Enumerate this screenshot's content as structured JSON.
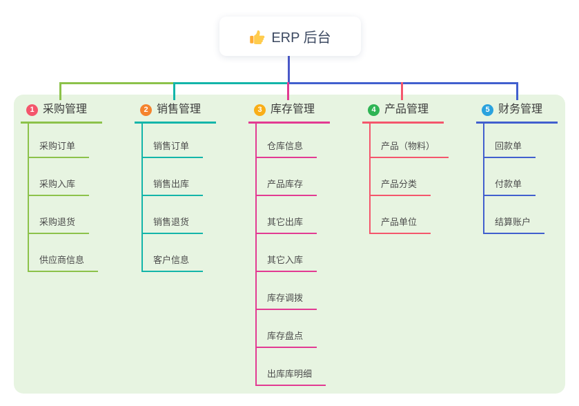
{
  "root": {
    "label": "ERP 后台",
    "icon": "thumbs-up-icon"
  },
  "branches": [
    {
      "index": "1",
      "label": "采购管理",
      "badge_color": "#f4566c",
      "line_color": "#8cc24a",
      "children": [
        "采购订单",
        "采购入库",
        "采购退货",
        "供应商信息"
      ]
    },
    {
      "index": "2",
      "label": "销售管理",
      "badge_color": "#f5832d",
      "line_color": "#13b5a9",
      "children": [
        "销售订单",
        "销售出库",
        "销售退货",
        "客户信息"
      ]
    },
    {
      "index": "3",
      "label": "库存管理",
      "badge_color": "#f9ae17",
      "line_color": "#e23a92",
      "children": [
        "仓库信息",
        "产品库存",
        "其它出库",
        "其它入库",
        "库存调拨",
        "库存盘点",
        "出库库明细"
      ]
    },
    {
      "index": "4",
      "label": "产品管理",
      "badge_color": "#2eb454",
      "line_color": "#f4566c",
      "children": [
        "产品（物料）",
        "产品分类",
        "产品单位"
      ]
    },
    {
      "index": "5",
      "label": "财务管理",
      "badge_color": "#2aa2de",
      "line_color": "#415fce",
      "children": [
        "回款单",
        "付款单",
        "结算账户"
      ]
    }
  ],
  "colors": {
    "canvas_bg": "#ffffff",
    "panel_bg": "#e7f4e1",
    "root_line": "#4a58c8"
  }
}
